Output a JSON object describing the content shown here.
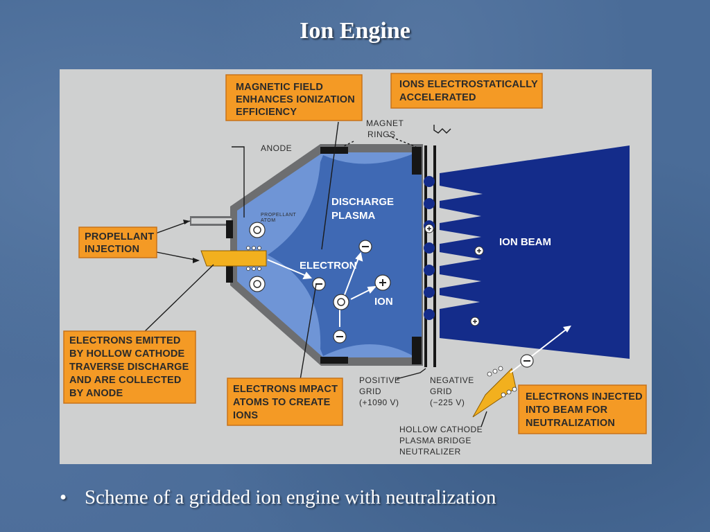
{
  "title": "Ion Engine",
  "bullet": "Scheme of a gridded ion engine with neutralization",
  "diagram": {
    "callouts": {
      "magnetic_field": [
        "MAGNETIC FIELD",
        "ENHANCES IONIZATION",
        "EFFICIENCY"
      ],
      "ions_accelerated": [
        "IONS ELECTROSTATICALLY",
        "ACCELERATED"
      ],
      "propellant_injection": [
        "PROPELLANT",
        "INJECTION"
      ],
      "electrons_emitted": [
        "ELECTRONS EMITTED",
        "BY HOLLOW CATHODE",
        "TRAVERSE DISCHARGE",
        "AND ARE COLLECTED",
        "BY ANODE"
      ],
      "electrons_impact": [
        "ELECTRONS IMPACT",
        "ATOMS TO CREATE",
        "IONS"
      ],
      "electrons_injected": [
        "ELECTRONS INJECTED",
        "INTO BEAM FOR",
        "NEUTRALIZATION"
      ]
    },
    "labels": {
      "magnet": "MAGNET",
      "rings": "RINGS",
      "anode": "ANODE",
      "propellant_atom_1": "PROPELLANT",
      "propellant_atom_2": "ATOM",
      "discharge_1": "DISCHARGE",
      "discharge_2": "PLASMA",
      "electron": "ELECTRON",
      "ion": "ION",
      "ion_beam": "ION BEAM",
      "positive_grid": [
        "POSITIVE",
        "GRID",
        "(+1090 V)"
      ],
      "negative_grid": [
        "NEGATIVE",
        "GRID",
        "(−225 V)"
      ],
      "neutralizer": [
        "HOLLOW CATHODE",
        "PLASMA BRIDGE",
        "NEUTRALIZER"
      ]
    },
    "colors": {
      "panel": "#cfd0d0",
      "callout": "#f49a25",
      "plasma": "#3f69b4",
      "beam": "#142c8a",
      "chamber_wall": "#6d6e70",
      "cathode": "#f2b01e"
    }
  }
}
